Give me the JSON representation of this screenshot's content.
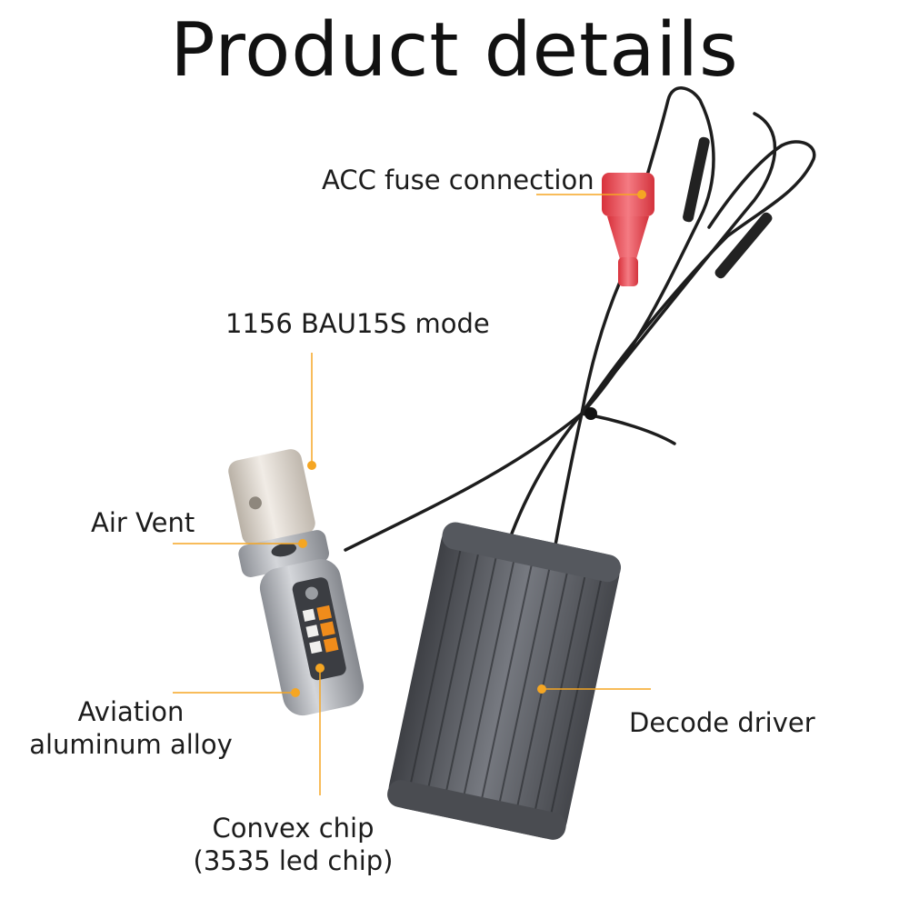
{
  "title": "Product details",
  "labels": {
    "acc_fuse": "ACC fuse connection",
    "bau15s": "1156 BAU15S mode",
    "air_vent": "Air Vent",
    "aviation_line1": "Aviation",
    "aviation_line2": "aluminum alloy",
    "decode_driver": "Decode driver",
    "convex_line1": "Convex chip",
    "convex_line2": "(3535 led chip)"
  },
  "colors": {
    "accent": "#f5a623",
    "connector": "#e8474f",
    "housing": "#5a5d63",
    "bulb_body": "#a7a9ae",
    "socket": "#d9d2c8",
    "wire": "#1d1d1d"
  }
}
